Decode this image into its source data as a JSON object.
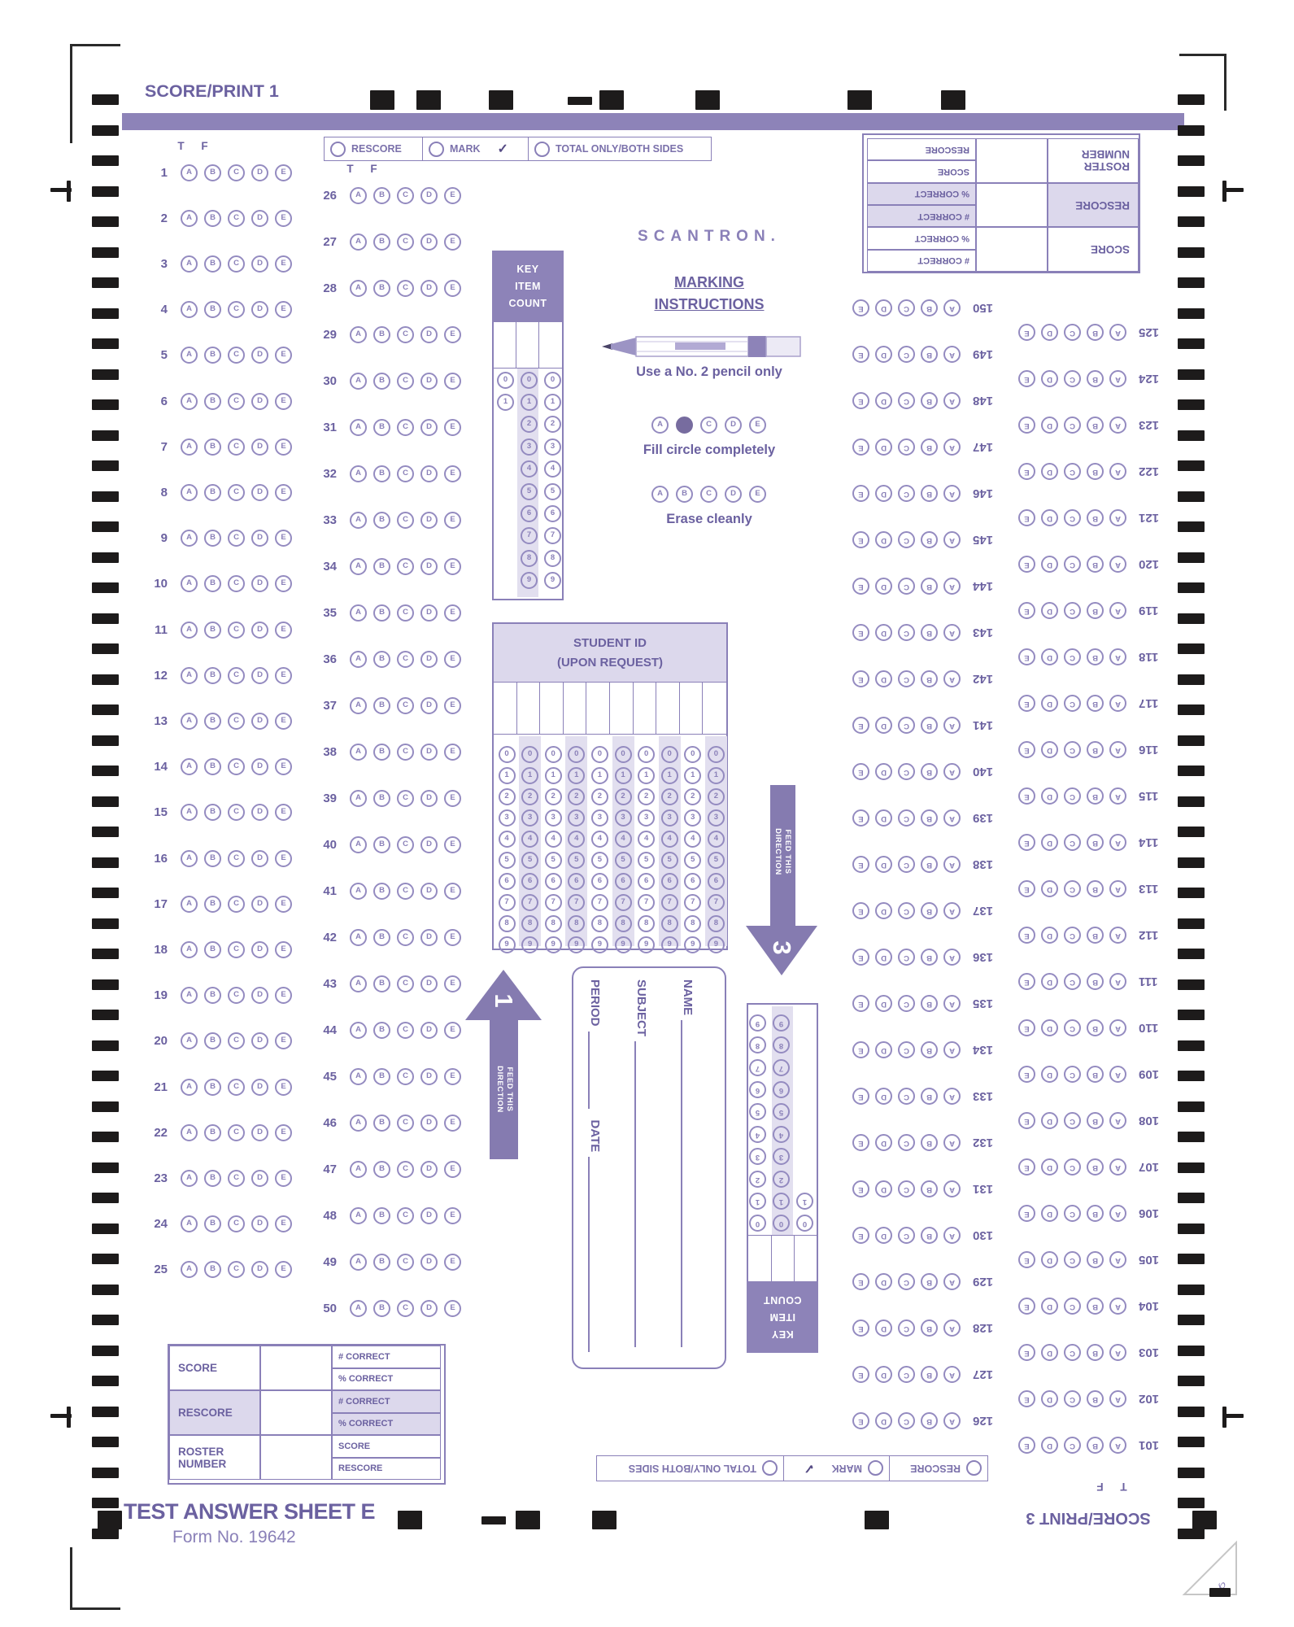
{
  "colors": {
    "purple_dark": "#6b61a0",
    "purple_mid": "#8a80b8",
    "purple_bar": "#8d83b8",
    "purple_light": "#dcd8ec",
    "mark_black": "#1d1b1b"
  },
  "top": {
    "score_print": "SCORE/PRINT 1"
  },
  "bottom": {
    "score_print": "SCORE/PRINT 3",
    "sheet_title": "TEST ANSWER SHEET E",
    "form_number": "Form No. 19642"
  },
  "brand": {
    "logo": "SCANTRON."
  },
  "checkbox_row": {
    "rescore": "RESCORE",
    "mark": "MARK",
    "check": "✓",
    "total": "TOTAL ONLY/BOTH SIDES"
  },
  "tf": {
    "t": "T",
    "f": "F"
  },
  "choices": [
    "A",
    "B",
    "C",
    "D",
    "E"
  ],
  "digits": [
    "0",
    "1",
    "2",
    "3",
    "4",
    "5",
    "6",
    "7",
    "8",
    "9"
  ],
  "question_columns": [
    {
      "start": 1,
      "end": 25
    },
    {
      "start": 26,
      "end": 50
    },
    {
      "start": 126,
      "end": 150,
      "rotated": true
    },
    {
      "start": 101,
      "end": 125,
      "rotated": true
    }
  ],
  "key_item_count": {
    "title_lines": [
      "KEY",
      "ITEM",
      "COUNT"
    ]
  },
  "marking_instructions": {
    "title_line1": "MARKING",
    "title_line2": "INSTRUCTIONS",
    "pencil_caption": "Use a No. 2 pencil only",
    "fill_caption": "Fill circle completely",
    "erase_caption": "Erase cleanly",
    "filled_choice_index": 1
  },
  "student_id": {
    "title_line1": "STUDENT ID",
    "title_line2": "(UPON REQUEST)",
    "columns": 10
  },
  "feed_arrows": {
    "label_line1": "FEED THIS",
    "label_line2": "DIRECTION",
    "up_number": "1",
    "down_number": "3"
  },
  "name_box": {
    "name": "NAME",
    "subject": "SUBJECT",
    "period": "PERIOD",
    "date": "DATE"
  },
  "score_table": {
    "rows": [
      {
        "label_lines": [
          "SCORE"
        ],
        "shaded": false,
        "details": [
          "# CORRECT",
          "% CORRECT"
        ]
      },
      {
        "label_lines": [
          "RESCORE"
        ],
        "shaded": true,
        "details": [
          "# CORRECT",
          "% CORRECT"
        ]
      },
      {
        "label_lines": [
          "ROSTER",
          "NUMBER"
        ],
        "shaded": false,
        "details": [
          "SCORE",
          "RESCORE"
        ]
      }
    ]
  }
}
